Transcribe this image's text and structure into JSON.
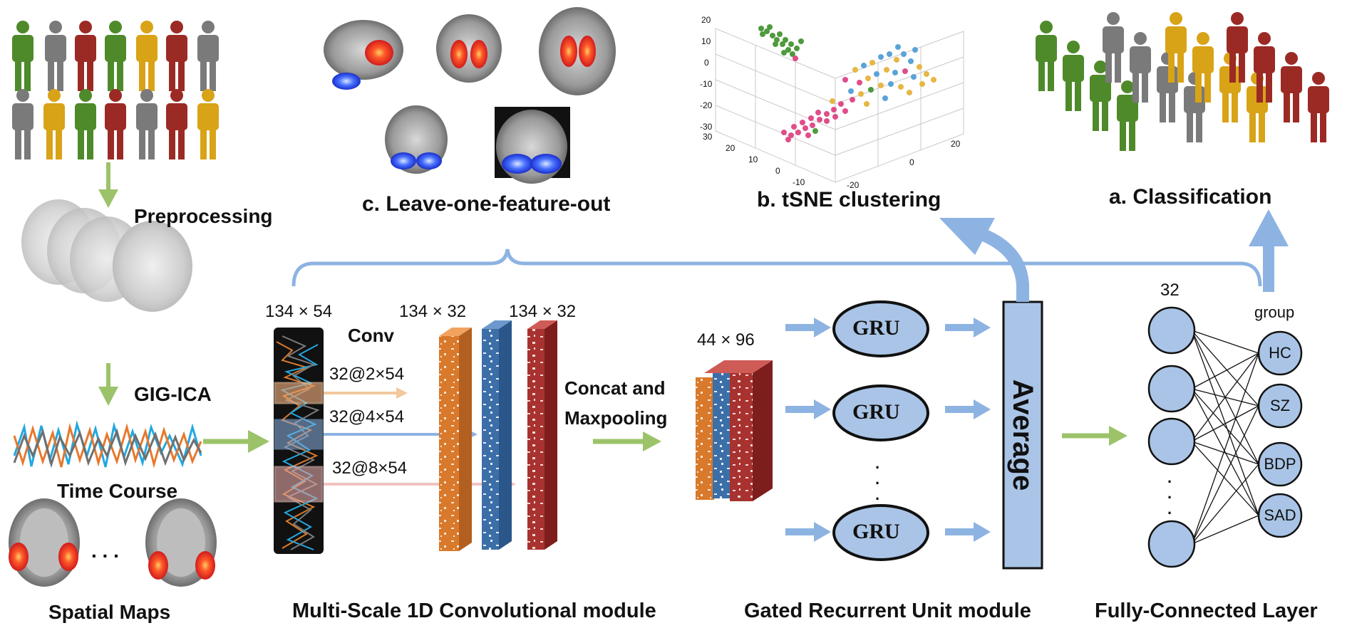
{
  "top": {
    "leave_one_feature_out": "c. Leave-one-feature-out",
    "tsne_clustering": "b. tSNE clustering",
    "classification": "a. Classification"
  },
  "tsne_axes": {
    "y_ticks": [
      "20",
      "10",
      "0",
      "-10",
      "-20",
      "-30"
    ],
    "z_ticks": [
      "30",
      "20",
      "10",
      "0",
      "-10"
    ],
    "x_ticks": [
      "-20",
      "0",
      "20"
    ]
  },
  "pipeline": {
    "preprocessing": "Preprocessing",
    "gig_ica": "GIG-ICA",
    "time_course": "Time Course",
    "spatial_maps": "Spatial Maps",
    "spatial_dots": ". . ."
  },
  "conv": {
    "input_dim": "134 × 54",
    "label": "Conv",
    "out_dim_1": "134 × 32",
    "out_dim_2": "134 × 32",
    "kernel_1": "32@2×54",
    "kernel_2": "32@4×54",
    "kernel_3": "32@8×54",
    "concat_line1": "Concat and",
    "concat_line2": "Maxpooling",
    "pooled_dim": "44 × 96"
  },
  "gru": {
    "unit_label": "GRU",
    "vdots": ". . .",
    "average": "Average"
  },
  "fc": {
    "units": "32",
    "group_label": "group",
    "classes": [
      "HC",
      "SZ",
      "BDP",
      "SAD"
    ],
    "vdots": ". . ."
  },
  "modules": {
    "conv_module": "Multi-Scale 1D Convolutional module",
    "gru_module": "Gated Recurrent Unit module",
    "fc_module": "Fully-Connected Layer"
  },
  "colors": {
    "green": "#4e8a2a",
    "gray": "#7a7a7a",
    "red": "#9b2a25",
    "gold": "#d9a317",
    "node_fill": "#a9c4e6",
    "arrow_blue": "#8db3e2",
    "arrow_green": "#9cc36a",
    "orange_map": "#d9792b",
    "blue_map": "#3c6fa8"
  }
}
